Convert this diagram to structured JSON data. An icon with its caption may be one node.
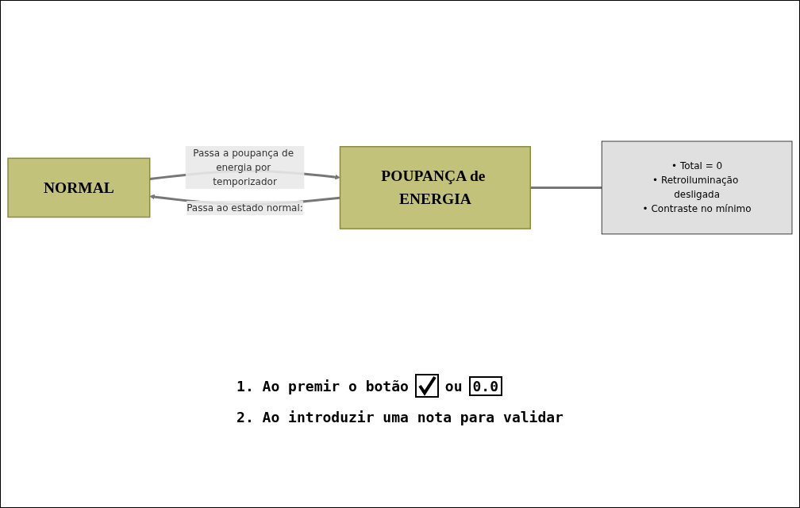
{
  "diagram": {
    "nodes": [
      {
        "text": [
          "NORMAL"
        ]
      },
      {
        "text": [
          "POUPANÇA de ENERGIA"
        ]
      },
      {
        "text": [
          "• Total = 0",
          "• Retroiluminação desligada",
          "• Contraste no mínimo"
        ]
      }
    ],
    "edges": [
      {
        "from": 0,
        "to": 1,
        "arrow": "to",
        "label": "Passa a poupança de energia por temporizador"
      },
      {
        "from": 1,
        "to": 0,
        "arrow": "to",
        "label": "Passa ao estado normal:"
      },
      {
        "from": 1,
        "to": 2,
        "arrow": "none"
      }
    ],
    "labels": [
      "1. Ao premir o botão",
      "ou",
      "0.0",
      "2. Ao introduzir uma nota para validar"
    ]
  }
}
